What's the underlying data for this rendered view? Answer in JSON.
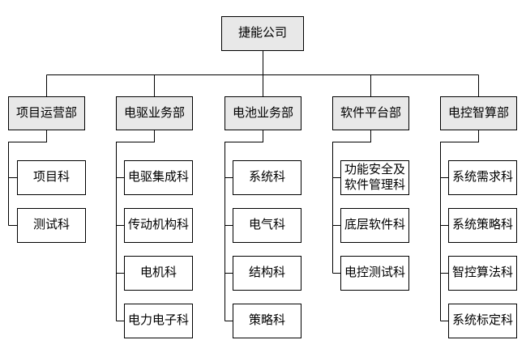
{
  "org": {
    "root": "捷能公司",
    "departments": [
      {
        "label": "项目运营部",
        "sections": [
          "项目科",
          "测试科"
        ]
      },
      {
        "label": "电驱业务部",
        "sections": [
          "电驱集成科",
          "传动机构科",
          "电机科",
          "电力电子科"
        ]
      },
      {
        "label": "电池业务部",
        "sections": [
          "系统科",
          "电气科",
          "结构科",
          "策略科"
        ]
      },
      {
        "label": "软件平台部",
        "sections": [
          "功能安全及\n软件管理科",
          "底层软件科",
          "电控测试科"
        ]
      },
      {
        "label": "电控智算部",
        "sections": [
          "系统需求科",
          "系统策略科",
          "智控算法科",
          "系统标定科"
        ]
      }
    ],
    "colors": {
      "root_fill": "#e8e8e8",
      "department_fill": "#e8e8e8",
      "section_fill": "#ffffff",
      "border": "#000000",
      "connector": "#000000"
    }
  }
}
